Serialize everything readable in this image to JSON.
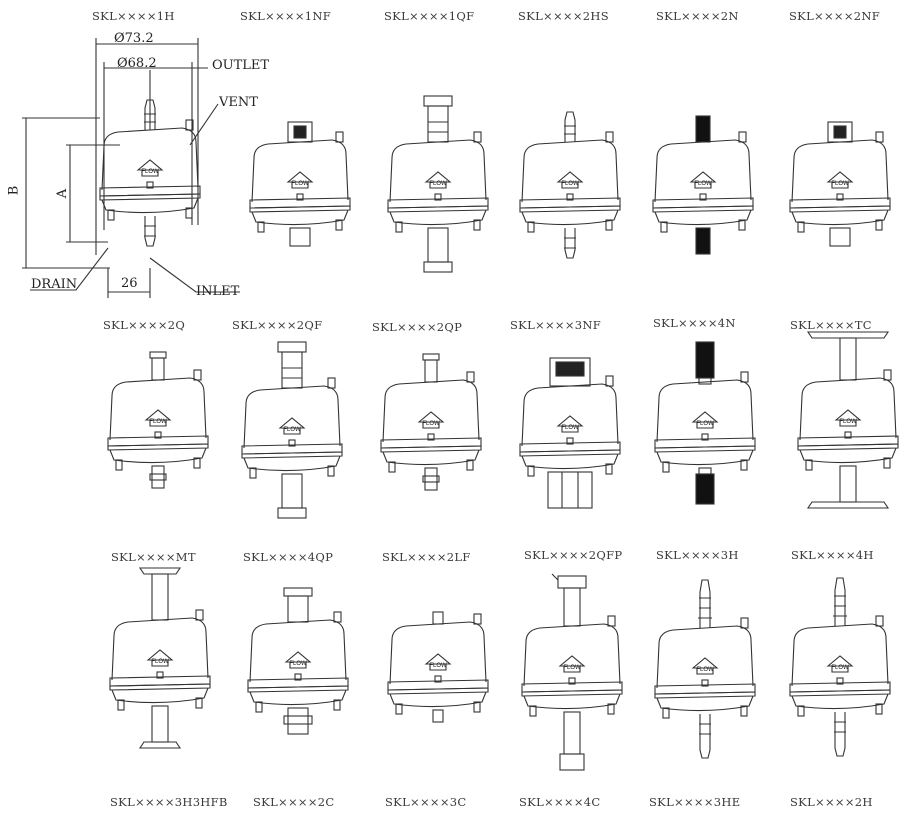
{
  "dimensions": {
    "outer_diameter": "Ø73.2",
    "inner_diameter": "Ø68.2",
    "outlet": "OUTLET",
    "vent": "VENT",
    "height_b": "B",
    "height_a": "A",
    "drain": "DRAIN",
    "drain_offset": "26",
    "inlet": "INLET"
  },
  "logo_text": "FLOW",
  "models": [
    {
      "code": "SKL××××1H",
      "top": "hose",
      "bottom": "hose"
    },
    {
      "code": "SKL××××1NF",
      "top": "nut",
      "bottom": "stub"
    },
    {
      "code": "SKL××××1QF",
      "top": "quick",
      "bottom": "quick"
    },
    {
      "code": "SKL××××2HS",
      "top": "hose",
      "bottom": "hose"
    },
    {
      "code": "SKL××××2N",
      "top": "blacknpt",
      "bottom": "blacknpt"
    },
    {
      "code": "SKL××××2NF",
      "top": "nut",
      "bottom": "stub"
    },
    {
      "code": "SKL××××2Q",
      "top": "qp",
      "bottom": "qp"
    },
    {
      "code": "SKL××××2QF",
      "top": "quick",
      "bottom": "quick"
    },
    {
      "code": "SKL××××2QP",
      "top": "qp",
      "bottom": "qp"
    },
    {
      "code": "SKL××××3NF",
      "top": "bignut",
      "bottom": "stubwide"
    },
    {
      "code": "SKL××××4N",
      "top": "blacktall",
      "bottom": "blacktall"
    },
    {
      "code": "SKL××××TC",
      "top": "triclamp",
      "bottom": "triclamp"
    },
    {
      "code": "SKL××××MT",
      "top": "triclampsmall",
      "bottom": "triclampsmall"
    },
    {
      "code": "SKL××××4QP",
      "top": "qpwide",
      "bottom": "qpwide"
    },
    {
      "code": "SKL××××2LF",
      "top": "stubsmall",
      "bottom": "stubsmall"
    },
    {
      "code": "SKL××××2QFP",
      "top": "valve",
      "bottom": "valve"
    },
    {
      "code": "SKL××××3H",
      "top": "hosetall",
      "bottom": "hosetall"
    },
    {
      "code": "SKL××××4H",
      "top": "hosetall",
      "bottom": "hosetall"
    },
    {
      "code": "SKL××××3H3HFB",
      "top": "",
      "bottom": ""
    },
    {
      "code": "SKL××××2C",
      "top": "",
      "bottom": ""
    },
    {
      "code": "SKL××××3C",
      "top": "",
      "bottom": ""
    },
    {
      "code": "SKL××××4C",
      "top": "",
      "bottom": ""
    },
    {
      "code": "SKL××××3HE",
      "top": "",
      "bottom": ""
    },
    {
      "code": "SKL××××2H",
      "top": "",
      "bottom": ""
    }
  ]
}
